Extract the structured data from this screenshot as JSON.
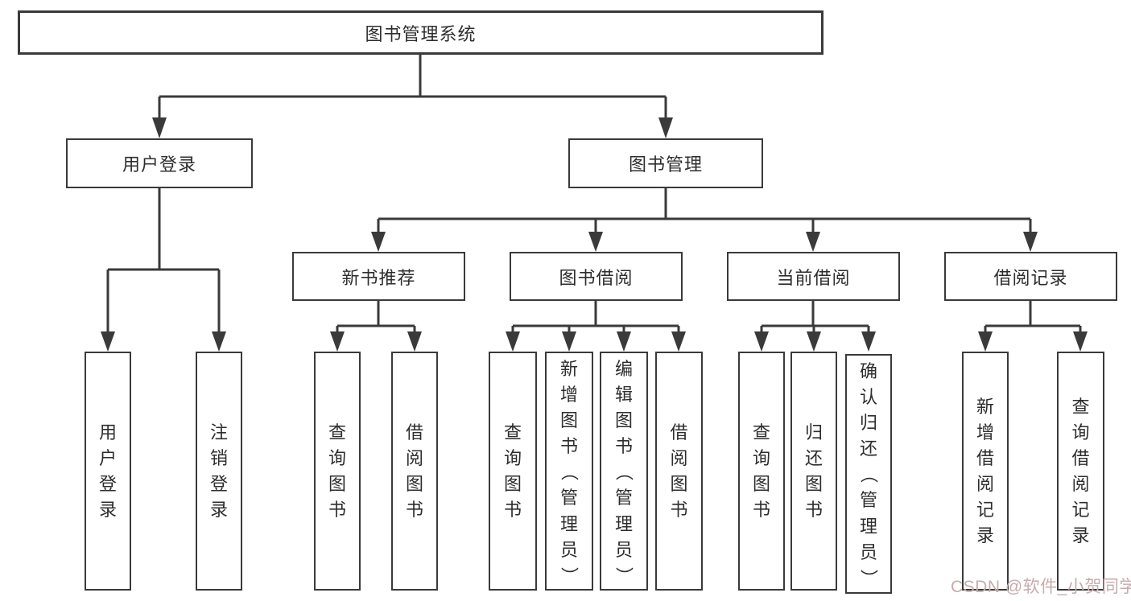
{
  "theme": {
    "background": "#ffffff",
    "line_color": "#3a3a3a",
    "border_color": "#3a3a3a",
    "text_color": "#2d2d2d",
    "watermark_color": "#c9abab"
  },
  "diagram": {
    "root": {
      "label": "图书管理系统"
    },
    "level2": [
      {
        "id": "user-login",
        "label": "用户登录"
      },
      {
        "id": "book-management",
        "label": "图书管理"
      }
    ],
    "level3": [
      {
        "id": "new-book-recommend",
        "label": "新书推荐"
      },
      {
        "id": "book-borrowing",
        "label": "图书借阅"
      },
      {
        "id": "current-borrowing",
        "label": "当前借阅"
      },
      {
        "id": "borrowing-records",
        "label": "借阅记录"
      }
    ],
    "leaves": {
      "user_login": [
        "用户登录",
        "注销登录"
      ],
      "new_book": [
        "查询图书",
        "借阅图书"
      ],
      "book_borrow": [
        "查询图书",
        "新增图书（管理员）",
        "编辑图书（管理员）",
        "借阅图书"
      ],
      "current_borrow": [
        "查询图书",
        "归还图书",
        "确认归还（管理员）"
      ],
      "borrow_records": [
        "新增借阅记录",
        "查询借阅记录"
      ]
    }
  },
  "watermark": {
    "text": "CSDN @软件_小贺同学"
  }
}
